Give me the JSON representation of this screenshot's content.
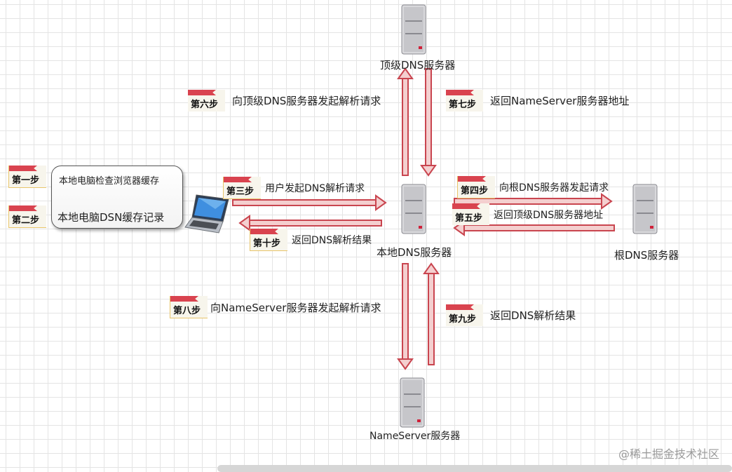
{
  "servers": {
    "top_level": "顶级DNS服务器",
    "local": "本地DNS服务器",
    "root": "根DNS服务器",
    "nameserver": "NameServer服务器"
  },
  "bubble": {
    "line1": "本地电脑检查浏览器缓存",
    "line2": "本地电脑DSN缓存记录"
  },
  "steps": [
    {
      "tag": "第一步",
      "text": ""
    },
    {
      "tag": "第二步",
      "text": ""
    },
    {
      "tag": "第三步",
      "text": "用户发起DNS解析请求"
    },
    {
      "tag": "第四步",
      "text": "向根DNS服务器发起请求"
    },
    {
      "tag": "第五步",
      "text": "返回顶级DNS服务器地址"
    },
    {
      "tag": "第六步",
      "text": "向顶级DNS服务器发起解析请求"
    },
    {
      "tag": "第七步",
      "text": "返回NameServer服务器地址"
    },
    {
      "tag": "第八步",
      "text": "向NameServer服务器发起解析请求"
    },
    {
      "tag": "第九步",
      "text": "返回DNS解析结果"
    },
    {
      "tag": "第十步",
      "text": "返回DNS解析结果"
    }
  ],
  "watermark": "@稀土掘金技术社区",
  "colors": {
    "arrow_fill": "#f4cfcf",
    "arrow_stroke": "#c9454f",
    "tag_red": "#d9434f"
  }
}
